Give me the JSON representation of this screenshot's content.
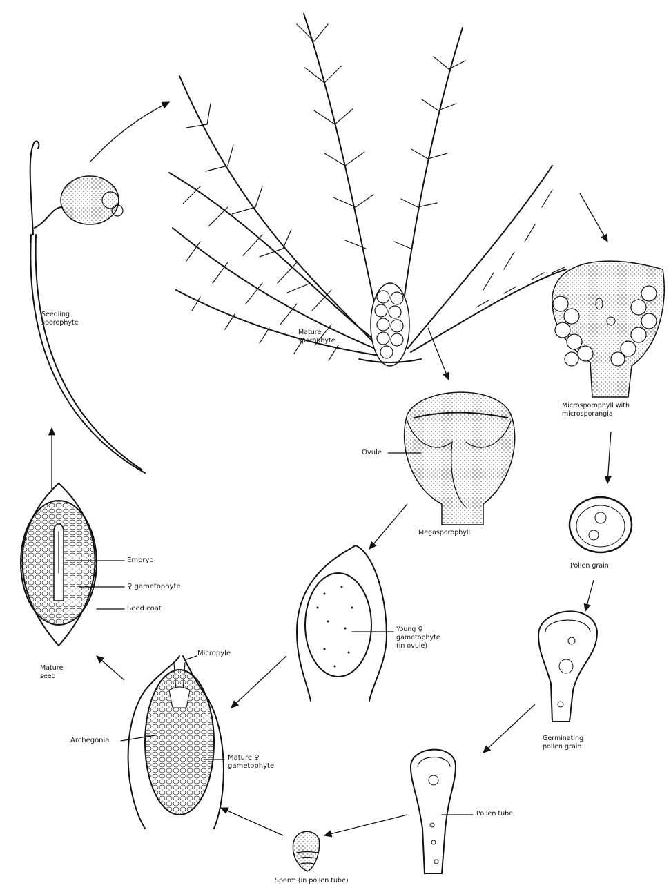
{
  "diagram": {
    "labels": {
      "seedling_line1": "Seedling",
      "seedling_line2": "sporophyte",
      "mature_sporophyte_line1": "Mature",
      "mature_sporophyte_line2": "sporophyte",
      "microsporophyll_line1": "Microsporophyll with",
      "microsporophyll_line2": "microsporangia",
      "ovule": "Ovule",
      "megasporophyll": "Megasporophyll",
      "pollen_grain": "Pollen grain",
      "embryo": "Embryo",
      "female_gametophyte": "♀ gametophyte",
      "seed_coat": "Seed coat",
      "young_gametophyte_line1": "Young ♀",
      "young_gametophyte_line2": "gametophyte",
      "young_gametophyte_line3": "(in ovule)",
      "germinating_line1": "Germinating",
      "germinating_line2": "pollen grain",
      "mature_seed_line1": "Mature",
      "mature_seed_line2": "seed",
      "micropyle": "Micropyle",
      "archegonia": "Archegonia",
      "mature_gametophyte_line1": "Mature ♀",
      "mature_gametophyte_line2": "gametophyte",
      "pollen_tube": "Pollen tube",
      "sperm": "Sperm (in pollen tube)"
    }
  }
}
